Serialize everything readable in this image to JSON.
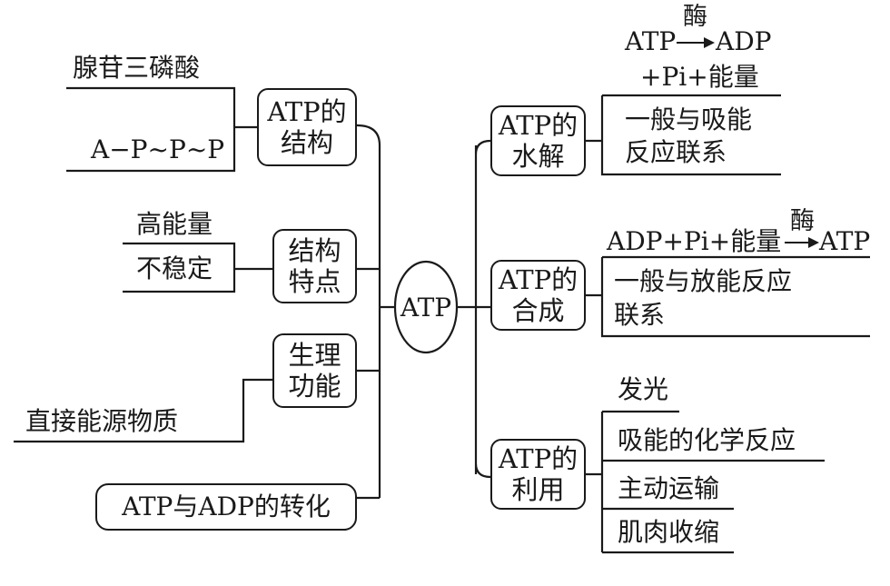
{
  "center": "ATP",
  "left": {
    "structure": {
      "node": [
        "ATP的",
        "结构"
      ],
      "name": "腺苷三磷酸",
      "formula": "A−P~P~P"
    },
    "features": {
      "node": [
        "结构",
        "特点"
      ],
      "items": [
        "高能量",
        "不稳定"
      ]
    },
    "function": {
      "node": [
        "生理",
        "功能"
      ],
      "item": "直接能源物质"
    },
    "conversion": "ATP与ADP的转化"
  },
  "right": {
    "hydrolysis": {
      "node": [
        "ATP的",
        "水解"
      ],
      "eq_left": "ATP",
      "enzyme": "酶",
      "eq_right": "ADP",
      "eq_line2": "+Pi+能量",
      "note": [
        "一般与吸能",
        "反应联系"
      ]
    },
    "synthesis": {
      "node": [
        "ATP的",
        "合成"
      ],
      "eq_left": "ADP+Pi+能量",
      "enzyme": "酶",
      "eq_right": "ATP",
      "note": [
        "一般与放能反应",
        "联系"
      ]
    },
    "use": {
      "node": [
        "ATP的",
        "利用"
      ],
      "items": [
        "发光",
        "吸能的化学反应",
        "主动运输",
        "肌肉收缩"
      ]
    }
  }
}
